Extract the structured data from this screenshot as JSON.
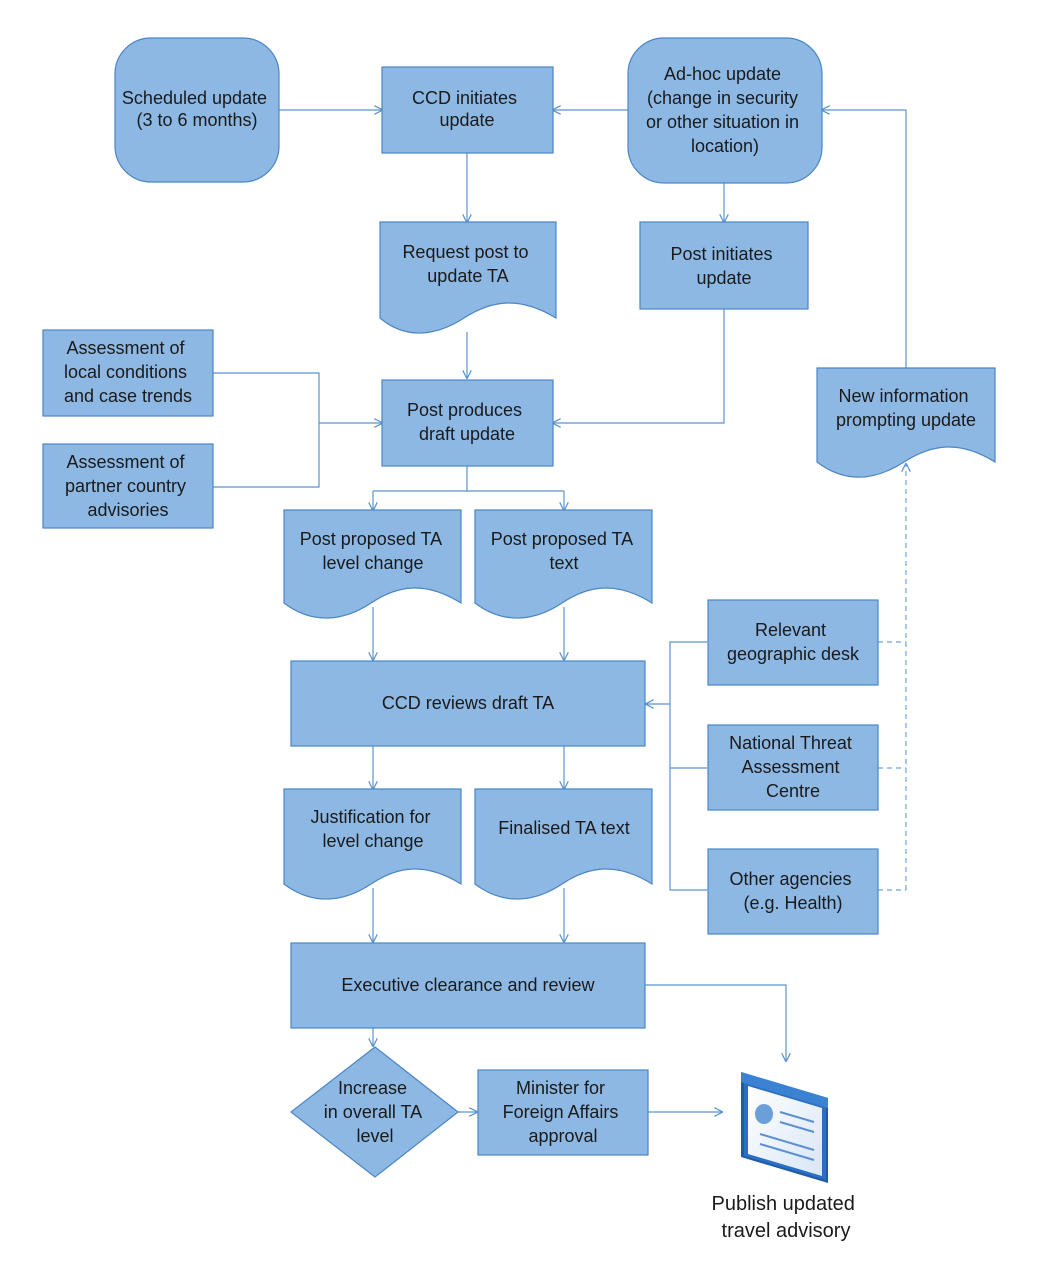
{
  "nodes": {
    "scheduled_update": [
      "Scheduled update",
      "(3 to 6 months)"
    ],
    "ccd_initiates": [
      "CCD initiates",
      "update"
    ],
    "adhoc_update": [
      "Ad-hoc update",
      "(change in security",
      "or other situation in",
      "location)"
    ],
    "request_post": [
      "Request post to",
      "update TA"
    ],
    "post_initiates": [
      "Post initiates",
      "update"
    ],
    "assessment_local": [
      "Assessment of",
      "local conditions",
      "and case trends"
    ],
    "post_produces": [
      "Post produces",
      "draft update"
    ],
    "new_information": [
      "New information",
      "prompting update"
    ],
    "assessment_partner": [
      "Assessment of",
      "partner country",
      "advisories"
    ],
    "proposed_level": [
      "Post proposed TA",
      "level change"
    ],
    "proposed_text": [
      "Post proposed TA",
      "text"
    ],
    "geographic_desk": [
      "Relevant",
      "geographic desk"
    ],
    "ccd_reviews": [
      "CCD reviews draft TA"
    ],
    "threat_centre": [
      "National Threat",
      "Assessment",
      "Centre"
    ],
    "justification": [
      "Justification for",
      "level change"
    ],
    "finalised_text": [
      "Finalised TA text"
    ],
    "other_agencies": [
      "Other agencies",
      "(e.g. Health)"
    ],
    "executive_clearance": [
      "Executive clearance and review"
    ],
    "increase_level": [
      "Increase",
      "in overall TA",
      "level"
    ],
    "minister_approval": [
      "Minister for",
      "Foreign Affairs",
      "approval"
    ],
    "publish": [
      "Publish updated",
      "travel advisory"
    ]
  },
  "colors": {
    "node_fill": "#8db8e4",
    "node_stroke": "#4a86c5",
    "edge": "#5b94cf"
  },
  "icons": {
    "publish": "browser-window-icon"
  }
}
